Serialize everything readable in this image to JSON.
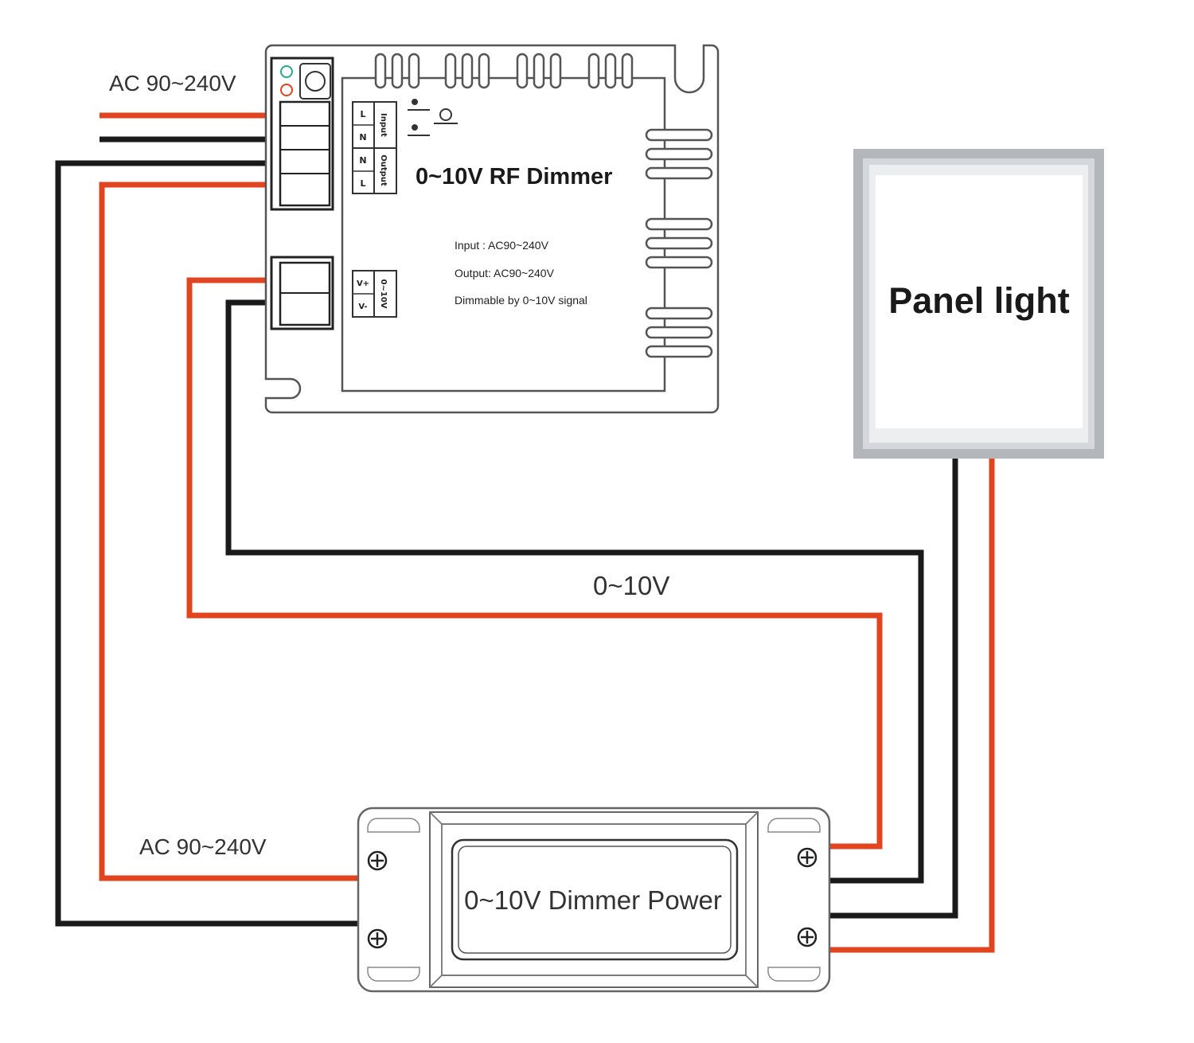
{
  "labels": {
    "ac_top": "AC 90~240V",
    "ac_bottom": "AC 90~240V",
    "signal": "0~10V"
  },
  "rf_dimmer": {
    "title": "0~10V RF Dimmer",
    "spec_input": "Input  : AC90~240V",
    "spec_output": "Output: AC90~240V",
    "spec_dimmable": "Dimmable by 0~10V signal",
    "terminals": [
      "L",
      "N",
      "N",
      "L"
    ],
    "group_input": "Input",
    "group_output": "Output",
    "signal_terminals": [
      "V+",
      "V-"
    ],
    "signal_group": "0~10V"
  },
  "panel": {
    "title": "Panel light"
  },
  "power_supply": {
    "title": "0~10V Dimmer Power"
  },
  "colors": {
    "live_wire": "#e0451f",
    "neutral_wire": "#1a1a1a",
    "outline": "#555555",
    "panel_frame": "#b0b3b8"
  }
}
